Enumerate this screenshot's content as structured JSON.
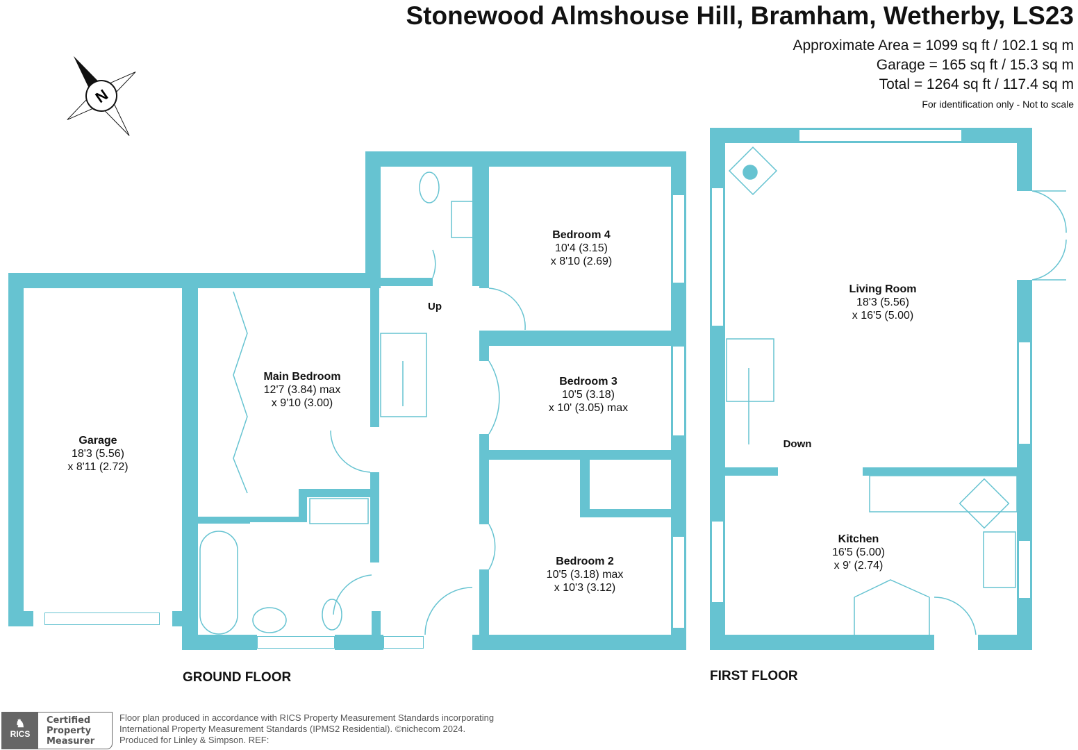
{
  "title": "Stonewood Almshouse Hill, Bramham, Wetherby, LS23",
  "areas": {
    "approx": "Approximate Area = 1099 sq ft / 102.1 sq m",
    "garage": "Garage = 165 sq ft / 15.3 sq m",
    "total": "Total = 1264 sq ft / 117.4 sq m",
    "note": "For identification only - Not to scale"
  },
  "compass": {
    "label": "N"
  },
  "ground_floor": {
    "label": "GROUND FLOOR",
    "stairs_label": "Up",
    "rooms": [
      {
        "name": "Garage",
        "dim1": "18'3 (5.56)",
        "dim2": "x 8'11 (2.72)"
      },
      {
        "name": "Main Bedroom",
        "dim1": "12'7 (3.84) max",
        "dim2": "x 9'10 (3.00)"
      },
      {
        "name": "Bedroom 4",
        "dim1": "10'4 (3.15)",
        "dim2": "x 8'10 (2.69)"
      },
      {
        "name": "Bedroom 3",
        "dim1": "10'5 (3.18)",
        "dim2": "x 10' (3.05) max"
      },
      {
        "name": "Bedroom 2",
        "dim1": "10'5 (3.18) max",
        "dim2": "x 10'3 (3.12)"
      }
    ]
  },
  "first_floor": {
    "label": "FIRST FLOOR",
    "stairs_label": "Down",
    "rooms": [
      {
        "name": "Living Room",
        "dim1": "18'3 (5.56)",
        "dim2": "x 16'5 (5.00)"
      },
      {
        "name": "Kitchen",
        "dim1": "16'5 (5.00)",
        "dim2": "x 9' (2.74)"
      }
    ]
  },
  "footer": {
    "badge_line1": "Certified",
    "badge_line2": "Property",
    "badge_line3": "Measurer",
    "rics": "RICS",
    "line1": "Floor plan produced in accordance with RICS Property Measurement Standards incorporating",
    "line2": "International Property Measurement Standards (IPMS2 Residential).   ©nichecom 2024.",
    "line3": "Produced for Linley & Simpson.   REF:"
  },
  "colors": {
    "wall": "#66c3d1"
  }
}
